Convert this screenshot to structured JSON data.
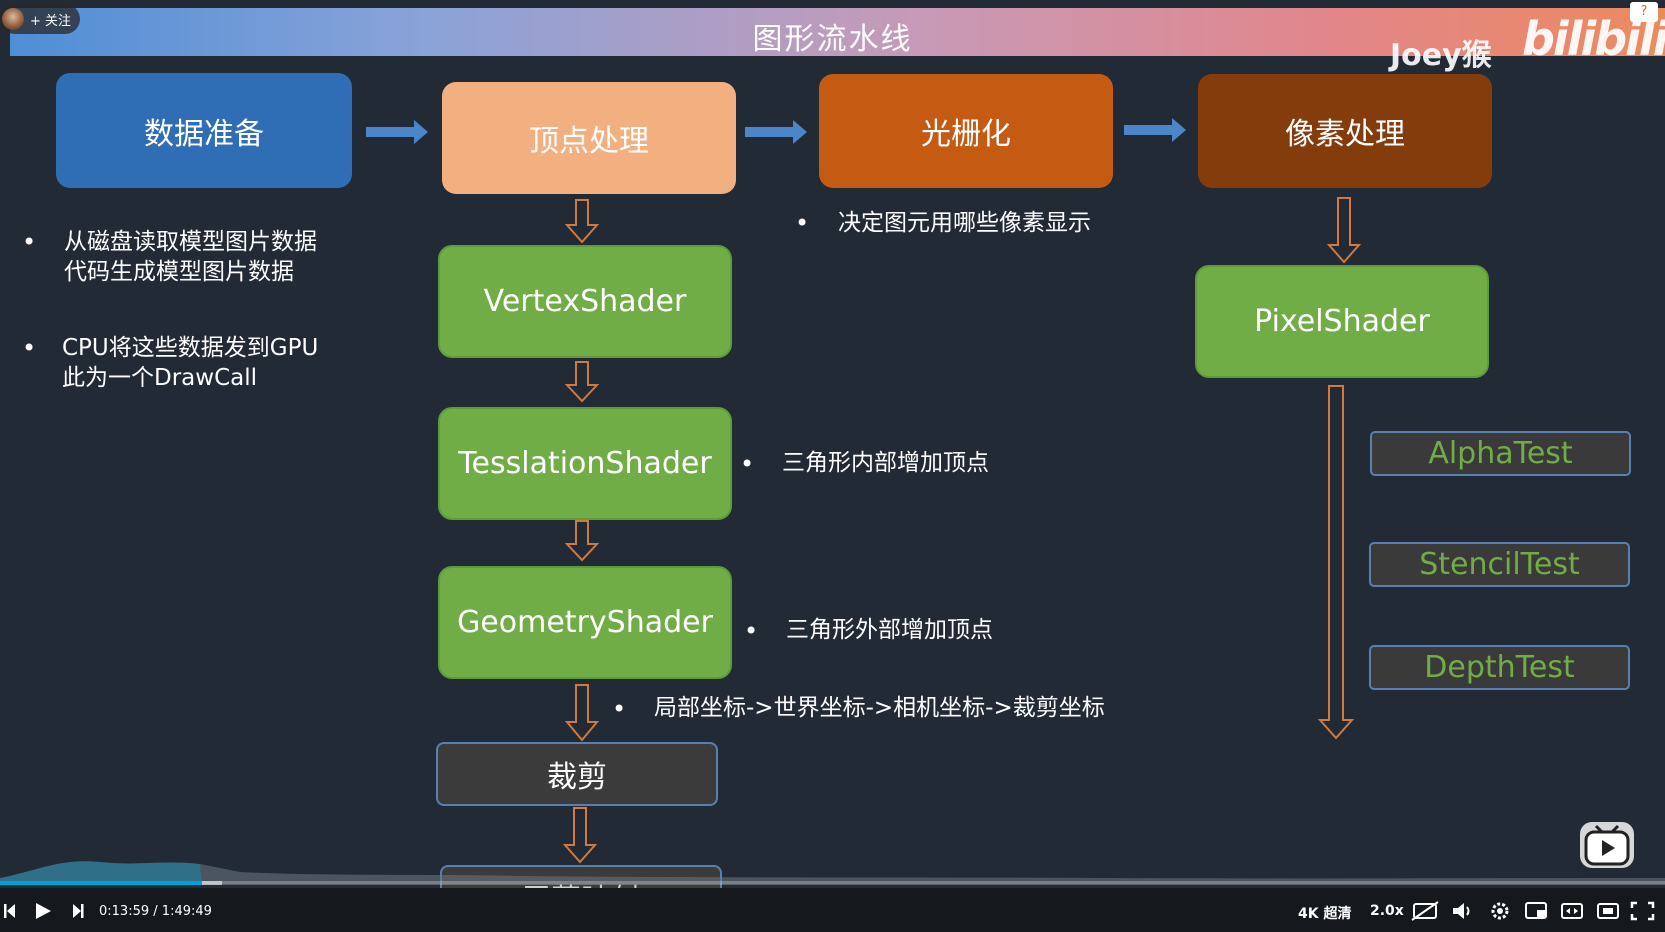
{
  "slide": {
    "title": "图形流水线",
    "stages": {
      "data_prep": "数据准备",
      "vertex": "顶点处理",
      "raster": "光栅化",
      "pixel": "像素处理"
    },
    "shaders": {
      "vertex": "VertexShader",
      "tesslation": "TesslationShader",
      "geometry": "GeometryShader",
      "pixel": "PixelShader"
    },
    "clip": "裁剪",
    "screen_mapping": "屏幕映射",
    "tests": [
      "AlphaTest",
      "StencilTest",
      "DepthTest"
    ],
    "notes": {
      "disk_line1": "从磁盘读取模型图片数据",
      "disk_line2": "代码生成模型图片数据",
      "cpu_line1": "CPU将这些数据发到GPU",
      "cpu_line2": "此为一个DrawCall",
      "raster": "决定图元用哪些像素显示",
      "tesslation": "三角形内部增加顶点",
      "geometry": "三角形外部增加顶点",
      "coords": "局部坐标->世界坐标->相机坐标->裁剪坐标"
    },
    "bullet": "•"
  },
  "overlay": {
    "follow_label": "+ 关注",
    "author": "Joey猴",
    "logo": "bilibili",
    "badge": "?"
  },
  "player": {
    "current_time": "0:13:59",
    "separator": "/",
    "total_time": "1:49:49",
    "quality": "4K 超清",
    "speed": "2.0x",
    "progress_fraction": 0.127,
    "icons": {
      "prev": "skip-back-icon",
      "play": "play-icon",
      "next": "skip-forward-icon",
      "danmaku": "danmaku-off-icon",
      "volume": "volume-icon",
      "settings": "gear-icon",
      "pip": "picture-in-picture-icon",
      "widescreen": "widescreen-icon",
      "webfull": "web-fullscreen-icon",
      "fullscreen": "fullscreen-icon"
    }
  }
}
